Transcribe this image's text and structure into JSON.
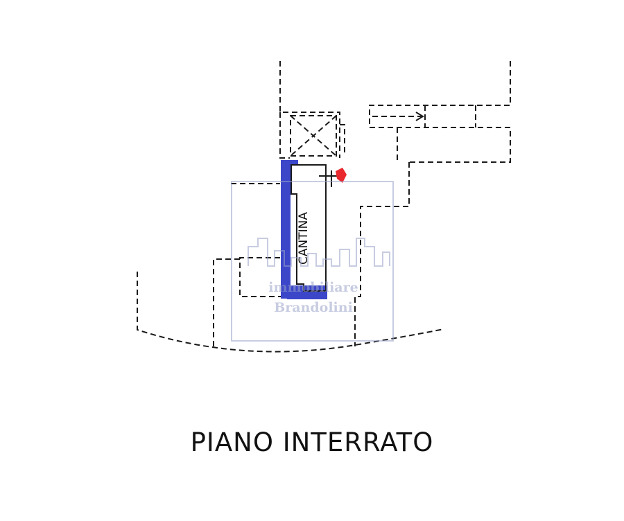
{
  "plan": {
    "room_label": "CANTINA",
    "floor_title": "PIANO INTERRATO",
    "highlight_color": "#3b46c9",
    "marker_color": "#e8282d"
  },
  "watermark": {
    "line1": "immobiliare",
    "line2": "Brandolini",
    "color": "#9aa3c9"
  }
}
